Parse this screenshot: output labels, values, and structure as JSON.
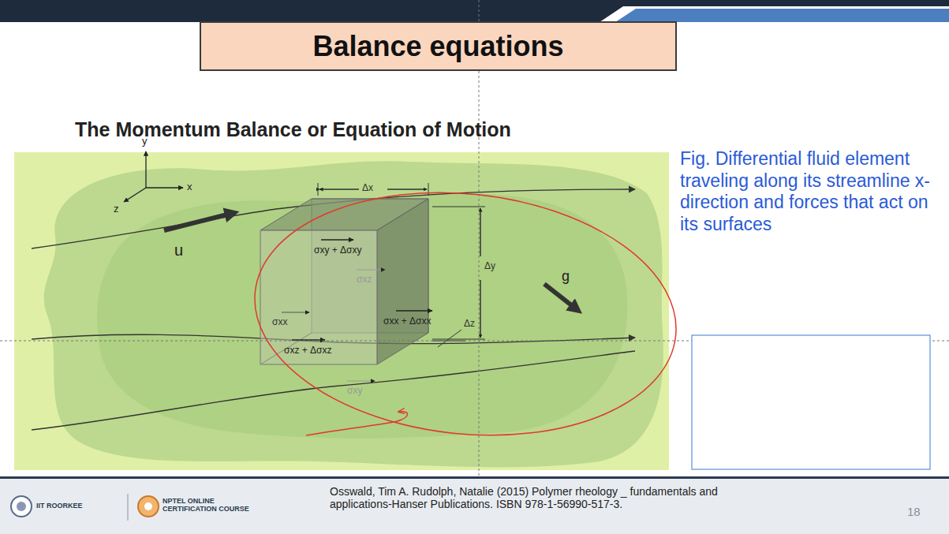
{
  "diagram": {
    "title": "Balance equations",
    "caption": "Fig. Differential fluid element traveling along its streamline x-direction and forces that act on its surfaces",
    "labels": [
      "The Momentum Balance or Equation of Motion",
      "y",
      "x",
      "z",
      "Δx",
      "σxy + Δσxy",
      "σxz",
      "σxx",
      "σxx + Δσxx",
      "σxz + Δσxz",
      "σxy",
      "Δy",
      "g",
      "Δz",
      "u",
      "IIT ROORKEE",
      "NPTEL ONLINE CERTIFICATION COURSE",
      "Osswald, Tim A. Rudolph, Natalie (2015) Polymer rheology _ fundamentals and applications-Hanser Publications. ISBN 978-1-56990-517-3.",
      "18"
    ]
  }
}
